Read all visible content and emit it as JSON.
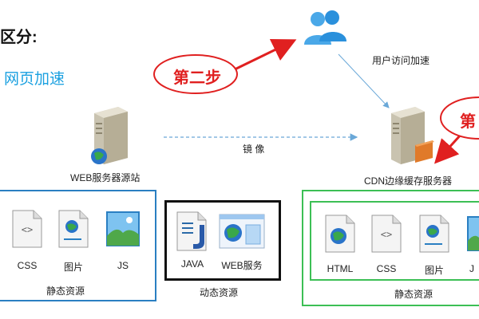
{
  "heading": "区分:",
  "subheading": "网页加速",
  "steps": {
    "step2": "第二步",
    "step3": "第"
  },
  "users": {
    "caption": "用户访问加速"
  },
  "mirror": {
    "label": "镜 像"
  },
  "origin": {
    "caption": "WEB服务器源站",
    "static_group": {
      "label": "静态资源",
      "files": [
        "CSS",
        "图片",
        "JS"
      ]
    },
    "dynamic_group": {
      "label": "动态资源",
      "files": [
        "JAVA",
        "WEB服务"
      ]
    }
  },
  "cdn": {
    "caption": "CDN边缘缓存服务器",
    "static_group": {
      "label": "静态资源",
      "files": [
        "HTML",
        "CSS",
        "图片",
        "J"
      ]
    }
  },
  "colors": {
    "blue_frame": "#2a7fc2",
    "black_frame": "#111111",
    "green_frame": "#3cbf55",
    "step_red": "#e02020",
    "accent_blue": "#1aa0e0"
  }
}
